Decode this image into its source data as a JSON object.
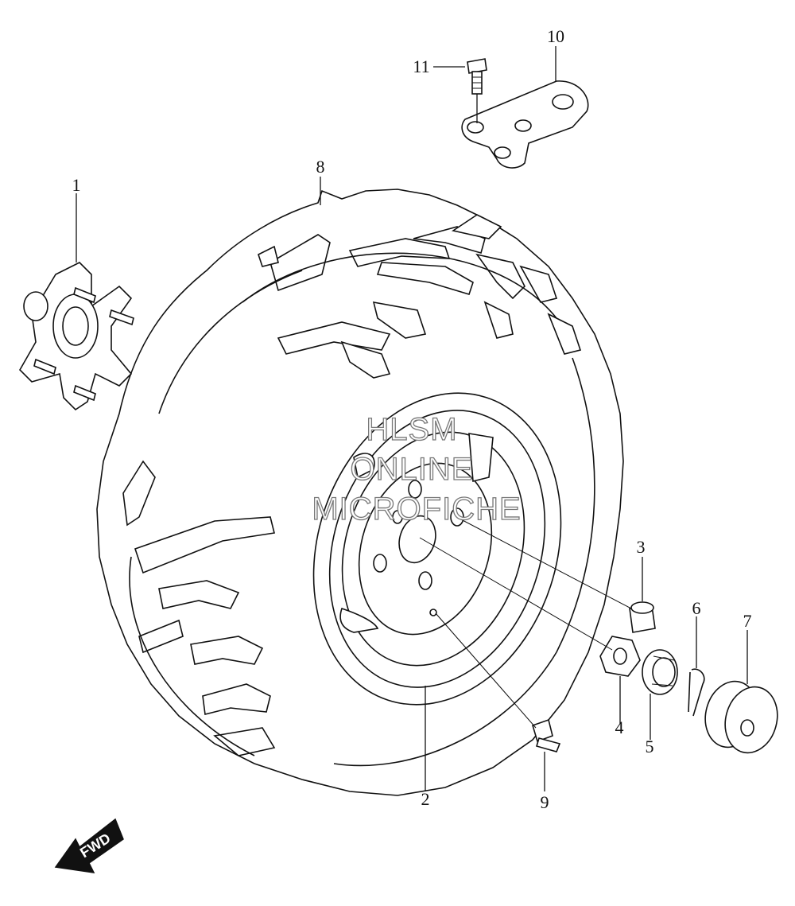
{
  "callouts": [
    {
      "id": "1",
      "label": "1"
    },
    {
      "id": "2",
      "label": "2"
    },
    {
      "id": "3",
      "label": "3"
    },
    {
      "id": "4",
      "label": "4"
    },
    {
      "id": "5",
      "label": "5"
    },
    {
      "id": "6",
      "label": "6"
    },
    {
      "id": "7",
      "label": "7"
    },
    {
      "id": "8",
      "label": "8"
    },
    {
      "id": "9",
      "label": "9"
    },
    {
      "id": "10",
      "label": "10"
    },
    {
      "id": "11",
      "label": "11"
    }
  ],
  "watermark": {
    "line1": "HLSM",
    "line2": "ONLINE",
    "line3": "MICROFICHE"
  },
  "direction_arrow": {
    "label": "FWD",
    "icon": "fwd-arrow-icon"
  },
  "colors": {
    "ink": "#111111",
    "background": "#ffffff",
    "watermark_outline": "#777777"
  }
}
